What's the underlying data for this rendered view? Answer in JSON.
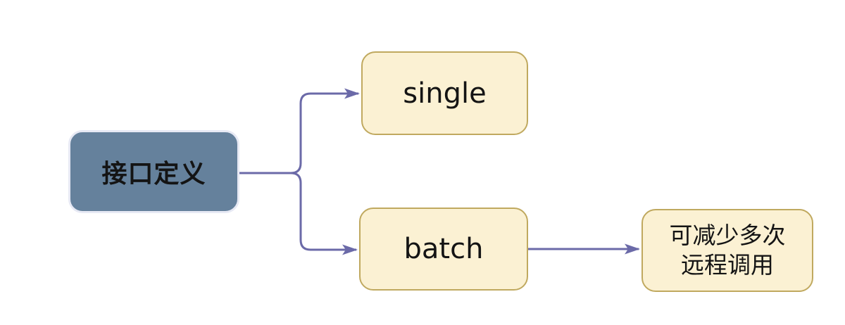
{
  "diagram": {
    "nodes": {
      "interface": {
        "label": "接口定义"
      },
      "single": {
        "label": "single"
      },
      "batch": {
        "label": "batch"
      },
      "benefit": {
        "line1": "可减少多次",
        "line2": "远程调用"
      }
    },
    "edges": [
      {
        "from": "interface",
        "to": "single"
      },
      {
        "from": "interface",
        "to": "batch"
      },
      {
        "from": "batch",
        "to": "benefit"
      }
    ],
    "colors": {
      "background": "#ffffff",
      "root_fill": "#65819c",
      "root_border": "#e7e9f4",
      "leaf_fill": "#fbf1d3",
      "leaf_border": "#c0a95f",
      "connector": "#6b6aa8",
      "text": "#141414"
    }
  }
}
